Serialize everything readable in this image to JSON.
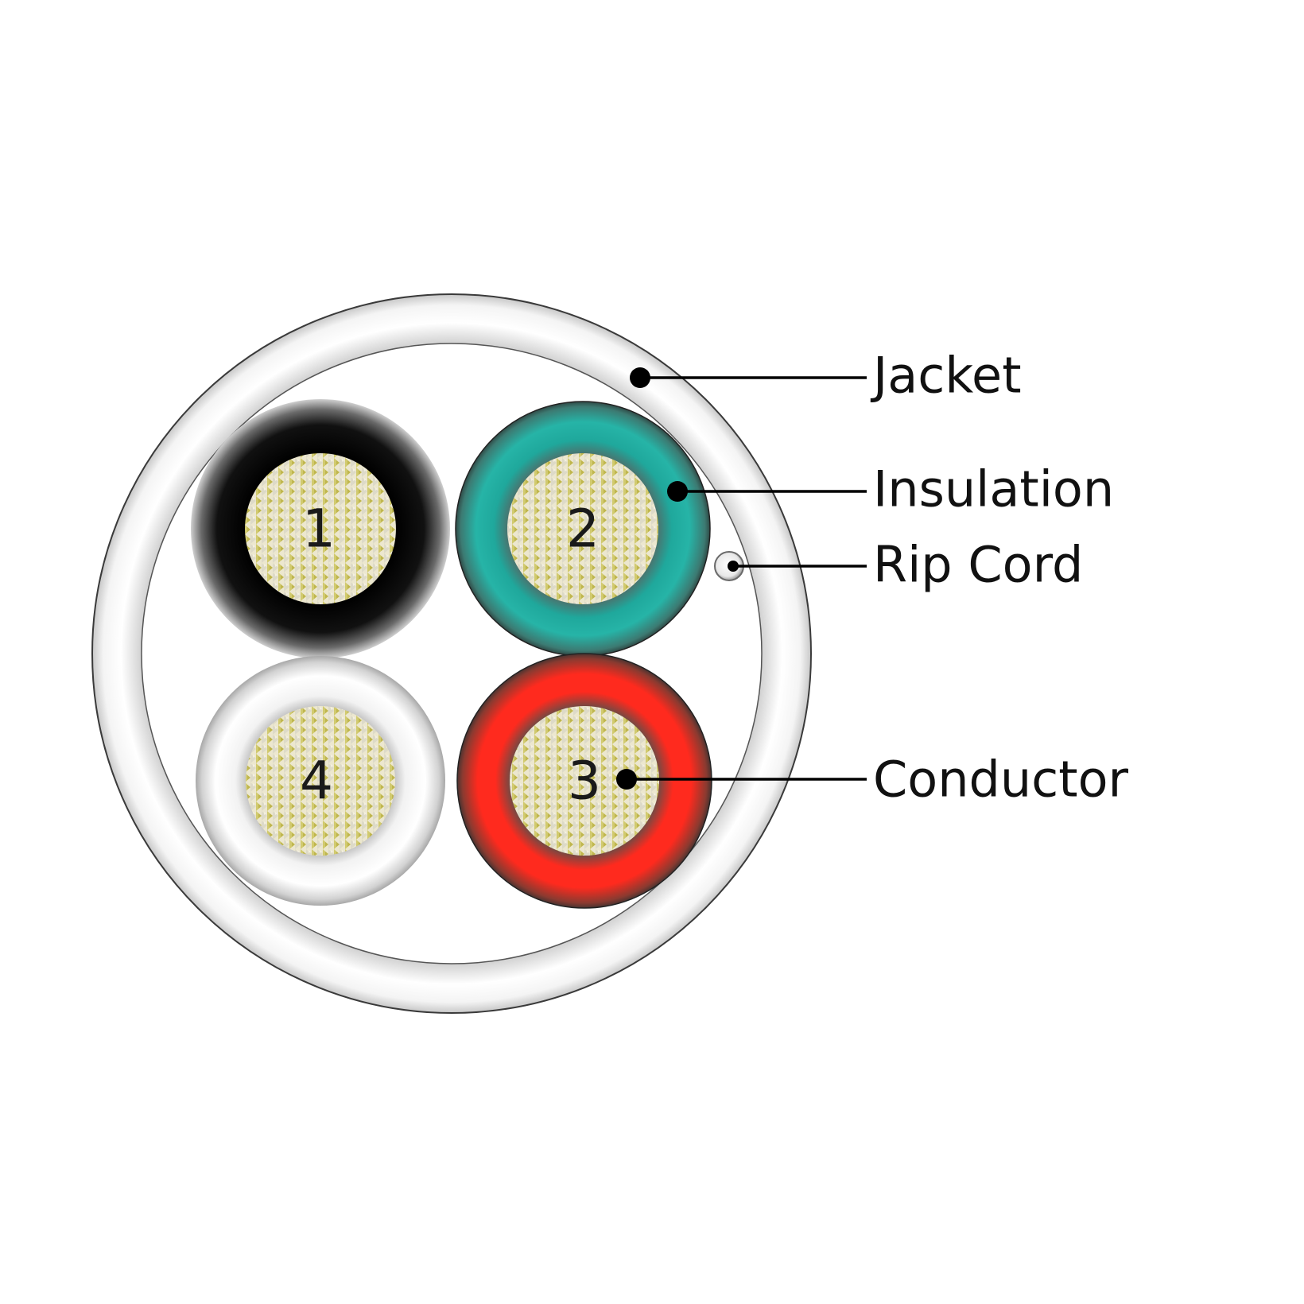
{
  "diagram": {
    "cores": [
      {
        "number": "1",
        "insulation_color": "#000000"
      },
      {
        "number": "2",
        "insulation_color": "#1fa89c"
      },
      {
        "number": "3",
        "insulation_color": "#ff2a1e"
      },
      {
        "number": "4",
        "insulation_color": "#ffffff"
      }
    ],
    "callouts": [
      {
        "label": "Jacket"
      },
      {
        "label": "Insulation"
      },
      {
        "label": "Rip Cord"
      },
      {
        "label": "Conductor"
      }
    ],
    "colors": {
      "jacket": "#ffffff",
      "conductor": "#e9e3c4",
      "conductor_strand": "#c9bf4a"
    }
  }
}
